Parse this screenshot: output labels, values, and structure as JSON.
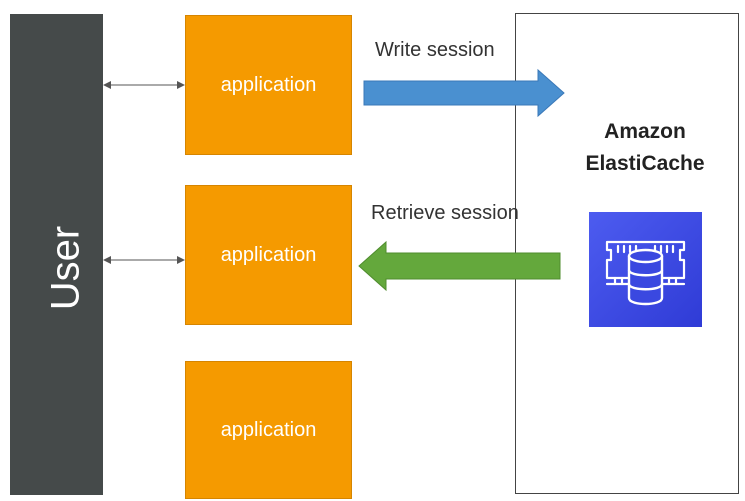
{
  "user": {
    "label": "User"
  },
  "applications": [
    {
      "label": "application"
    },
    {
      "label": "application"
    },
    {
      "label": "application"
    }
  ],
  "cache": {
    "title_line1": "Amazon",
    "title_line2": "ElastiCache",
    "icon": "elasticache-icon"
  },
  "flows": {
    "write": {
      "label": "Write session",
      "color": "#4a90d0"
    },
    "retrieve": {
      "label": "Retrieve session",
      "color": "#64a83c"
    }
  },
  "colors": {
    "user_bar": "#454a4a",
    "application": "#f59a00",
    "cache_icon": "#3f4ee6"
  }
}
